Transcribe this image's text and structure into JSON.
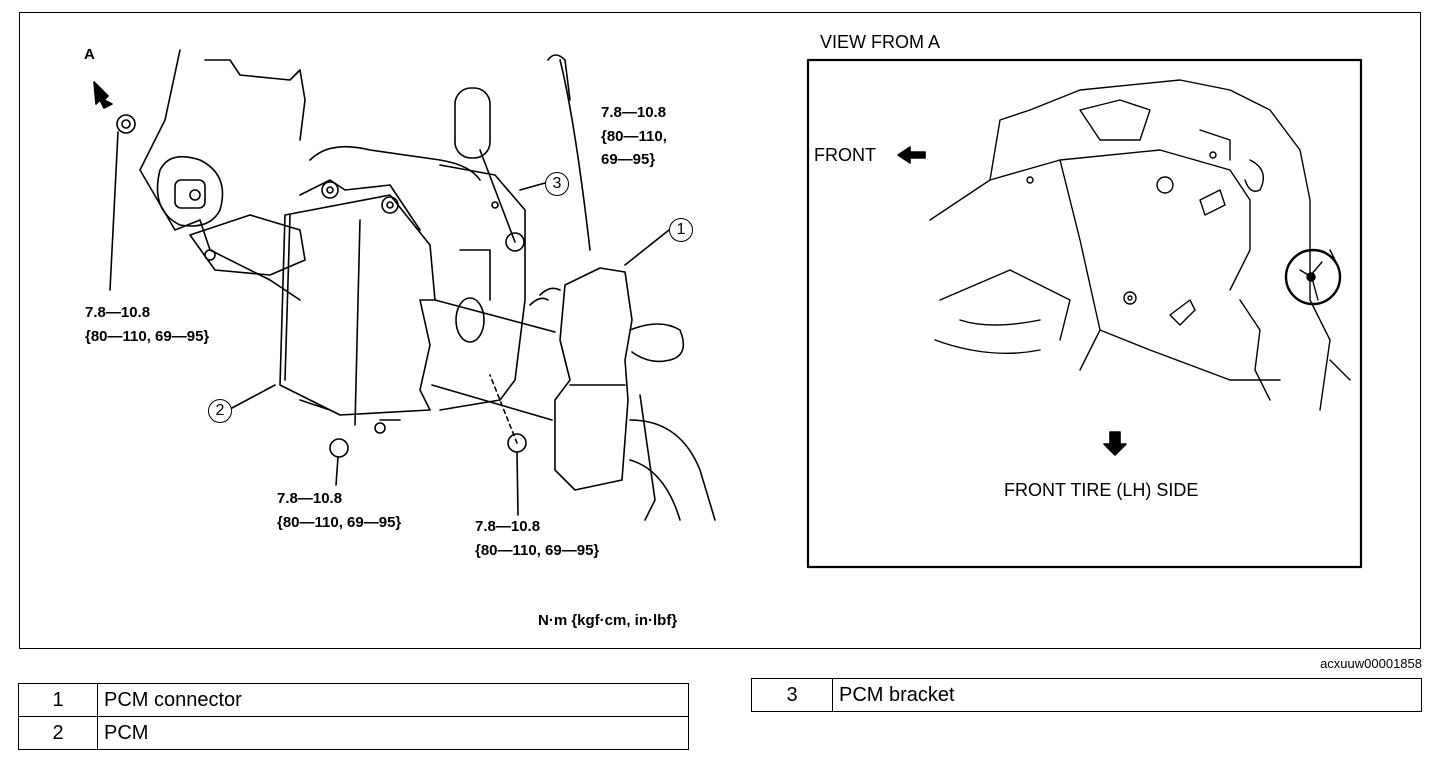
{
  "diagram": {
    "arrow_label": "A",
    "torque_labels": [
      {
        "line1": "7.8—10.8",
        "line2": "{80—110,",
        "line3": "69—95}"
      },
      {
        "line1": "7.8—10.8",
        "line2": "{80—110, 69—95}"
      },
      {
        "line1": "7.8—10.8",
        "line2": "{80—110, 69—95}"
      },
      {
        "line1": "7.8—10.8",
        "line2": "{80—110, 69—95}"
      }
    ],
    "callouts": [
      "1",
      "2",
      "3"
    ],
    "units": "N·m {kgf·cm, in·lbf}",
    "view": {
      "title": "VIEW FROM A",
      "front_label": "FRONT",
      "side_label": "FRONT TIRE (LH) SIDE"
    },
    "image_code": "acxuuw00001858"
  },
  "parts_table": [
    {
      "num": "1",
      "name": "PCM connector"
    },
    {
      "num": "2",
      "name": "PCM"
    },
    {
      "num": "3",
      "name": "PCM bracket"
    }
  ]
}
